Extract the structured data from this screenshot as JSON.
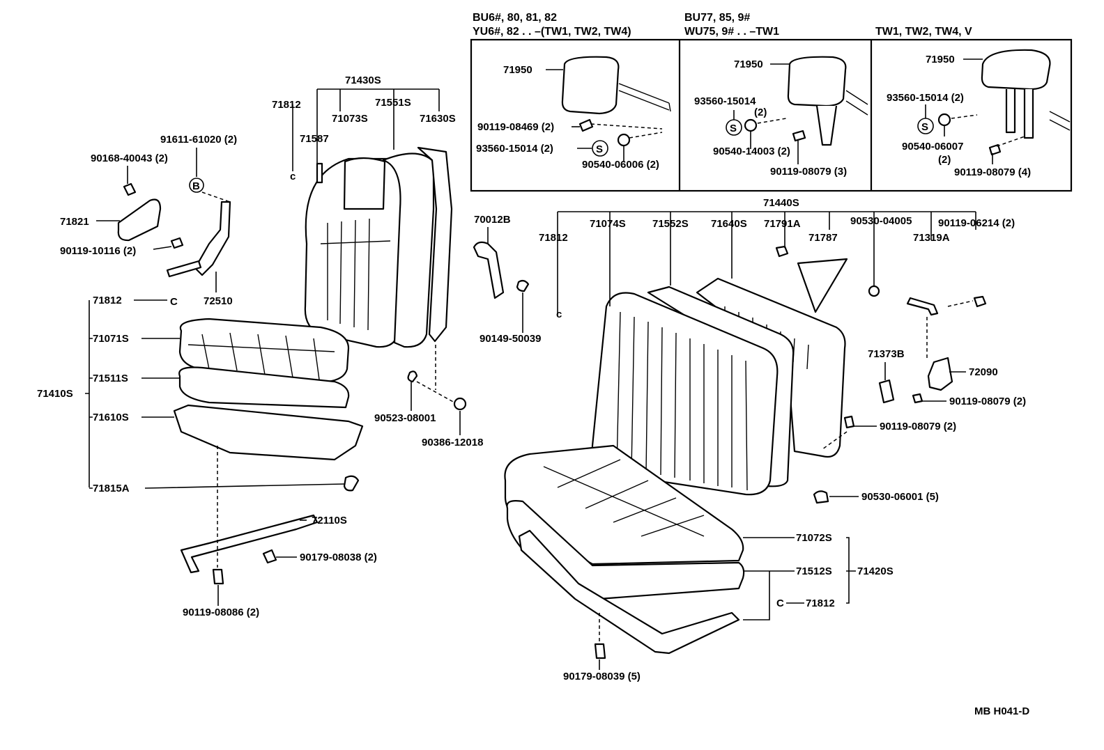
{
  "callouts": {
    "inset_headers": {
      "left_1": "BU6#, 80, 81, 82",
      "left_2": "YU6#, 82 . . –(TW1, TW2, TW4)",
      "mid_1": "BU77, 85, 9#",
      "mid_2": "WU75, 9# . . –TW1",
      "right_1": "TW1, TW2, TW4, V"
    },
    "inset_left": {
      "headrest": "71950",
      "bolt": "90119-08469 (2)",
      "support": "93560-15014 (2)",
      "plug": "90540-06006 (2)",
      "s_mark": "S"
    },
    "inset_mid": {
      "headrest": "71950",
      "support": "93560-15014",
      "support_qty": "(2)",
      "plug": "90540-14003 (2)",
      "bolt": "90119-08079 (3)",
      "s_mark": "S"
    },
    "inset_right": {
      "headrest": "71950",
      "support": "93560-15014 (2)",
      "plug": "90540-06007",
      "plug_qty": "(2)",
      "bolt": "90119-08079 (4)",
      "s_mark": "S"
    },
    "front_seat": {
      "back_assy": "71430S",
      "clip_top": "71812",
      "clip_item": "71587",
      "back_cover": "71073S",
      "back_pad": "71551S",
      "back_frame": "71630S",
      "bracket_bolt_b": "91611-61020 (2)",
      "b_mark": "B",
      "screw": "90168-40043 (2)",
      "cover_plate": "71821",
      "bolt_10116": "90119-10116 (2)",
      "hinge": "72510",
      "clip_left": "71812",
      "cushion_cover": "71071S",
      "cushion_pad": "71511S",
      "cushion_assy": "71410S",
      "cushion_frame": "71610S",
      "knob": "71815A",
      "adjuster": "72110S",
      "nut_08038": "90179-08038 (2)",
      "bolt_08086": "90119-08086 (2)",
      "belt_guide": "70012B",
      "bolt_50039": "90149-50039",
      "ring_08001": "90523-08001",
      "nut_12018": "90386-12018"
    },
    "rear_seat": {
      "back_assy": "71440S",
      "clip": "71812",
      "back_cover": "71074S",
      "back_pad": "71552S",
      "back_frame": "71640S",
      "stopper": "71791A",
      "guide": "71787",
      "clip_04005": "90530-04005",
      "bolt_06214": "90119-06214 (2)",
      "bracket": "71319A",
      "cover_b": "71373B",
      "lock": "72090",
      "bolt_08079_a": "90119-08079 (2)",
      "bolt_08079_b": "90119-08079 (2)",
      "clip_06001": "90530-06001 (5)",
      "cushion_cover": "71072S",
      "cushion_pad": "71512S",
      "cushion_assy": "71420S",
      "clip_bottom": "71812",
      "c_mark": "C",
      "nut_08039": "90179-08039 (5)"
    },
    "clip_marks": {
      "c_front_top": "c",
      "c_front_left": "C",
      "c_rear": "c"
    },
    "figure_code": "MB H041-D"
  }
}
